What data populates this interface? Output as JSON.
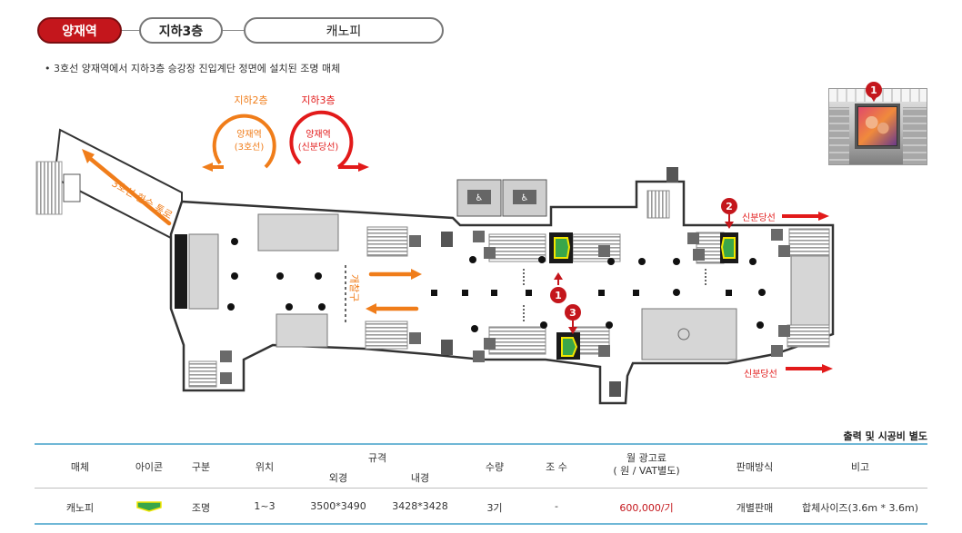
{
  "breadcrumb": {
    "station": "양재역",
    "floor": "지하3층",
    "media_type": "캐노피"
  },
  "description": "3호선 양재역에서 지하3층 승강장 진입계단 정면에 설치된 조명 매체",
  "map": {
    "level_b2_label": "지하2층",
    "level_b3_label": "지하3층",
    "circle_b2": [
      "양재역",
      "(3호선)"
    ],
    "circle_b3": [
      "양재역",
      "(신분당선)"
    ],
    "transfer_passage": "3호선 환승 통로",
    "gate_label": "개찰구",
    "direction_top": "신분당선",
    "direction_bottom": "신분당선",
    "markers": [
      "1",
      "2",
      "3"
    ],
    "photo_marker": "1",
    "colors": {
      "accent_red": "#c4161c",
      "accent_orange": "#f07d1a",
      "canopy_green": "#3aa64a",
      "canopy_yellow": "#f2e600"
    }
  },
  "table": {
    "note": "출력 및 시공비 별도",
    "headers": {
      "media": "매체",
      "icon": "아이콘",
      "category": "구분",
      "position": "위치",
      "spec": "규격",
      "outer": "외경",
      "inner": "내경",
      "quantity": "수량",
      "faces": "조 수",
      "fee_line1": "월 광고료",
      "fee_line2": "( 원 / VAT별도)",
      "sales": "판매방식",
      "remarks": "비고"
    },
    "row": {
      "media": "캐노피",
      "icon": "canopy-icon",
      "category": "조명",
      "position": "1~3",
      "outer": "3500*3490",
      "inner": "3428*3428",
      "quantity": "3기",
      "faces": "-",
      "fee": "600,000/기",
      "sales": "개별판매",
      "remarks": "합체사이즈(3.6m * 3.6m)"
    }
  }
}
